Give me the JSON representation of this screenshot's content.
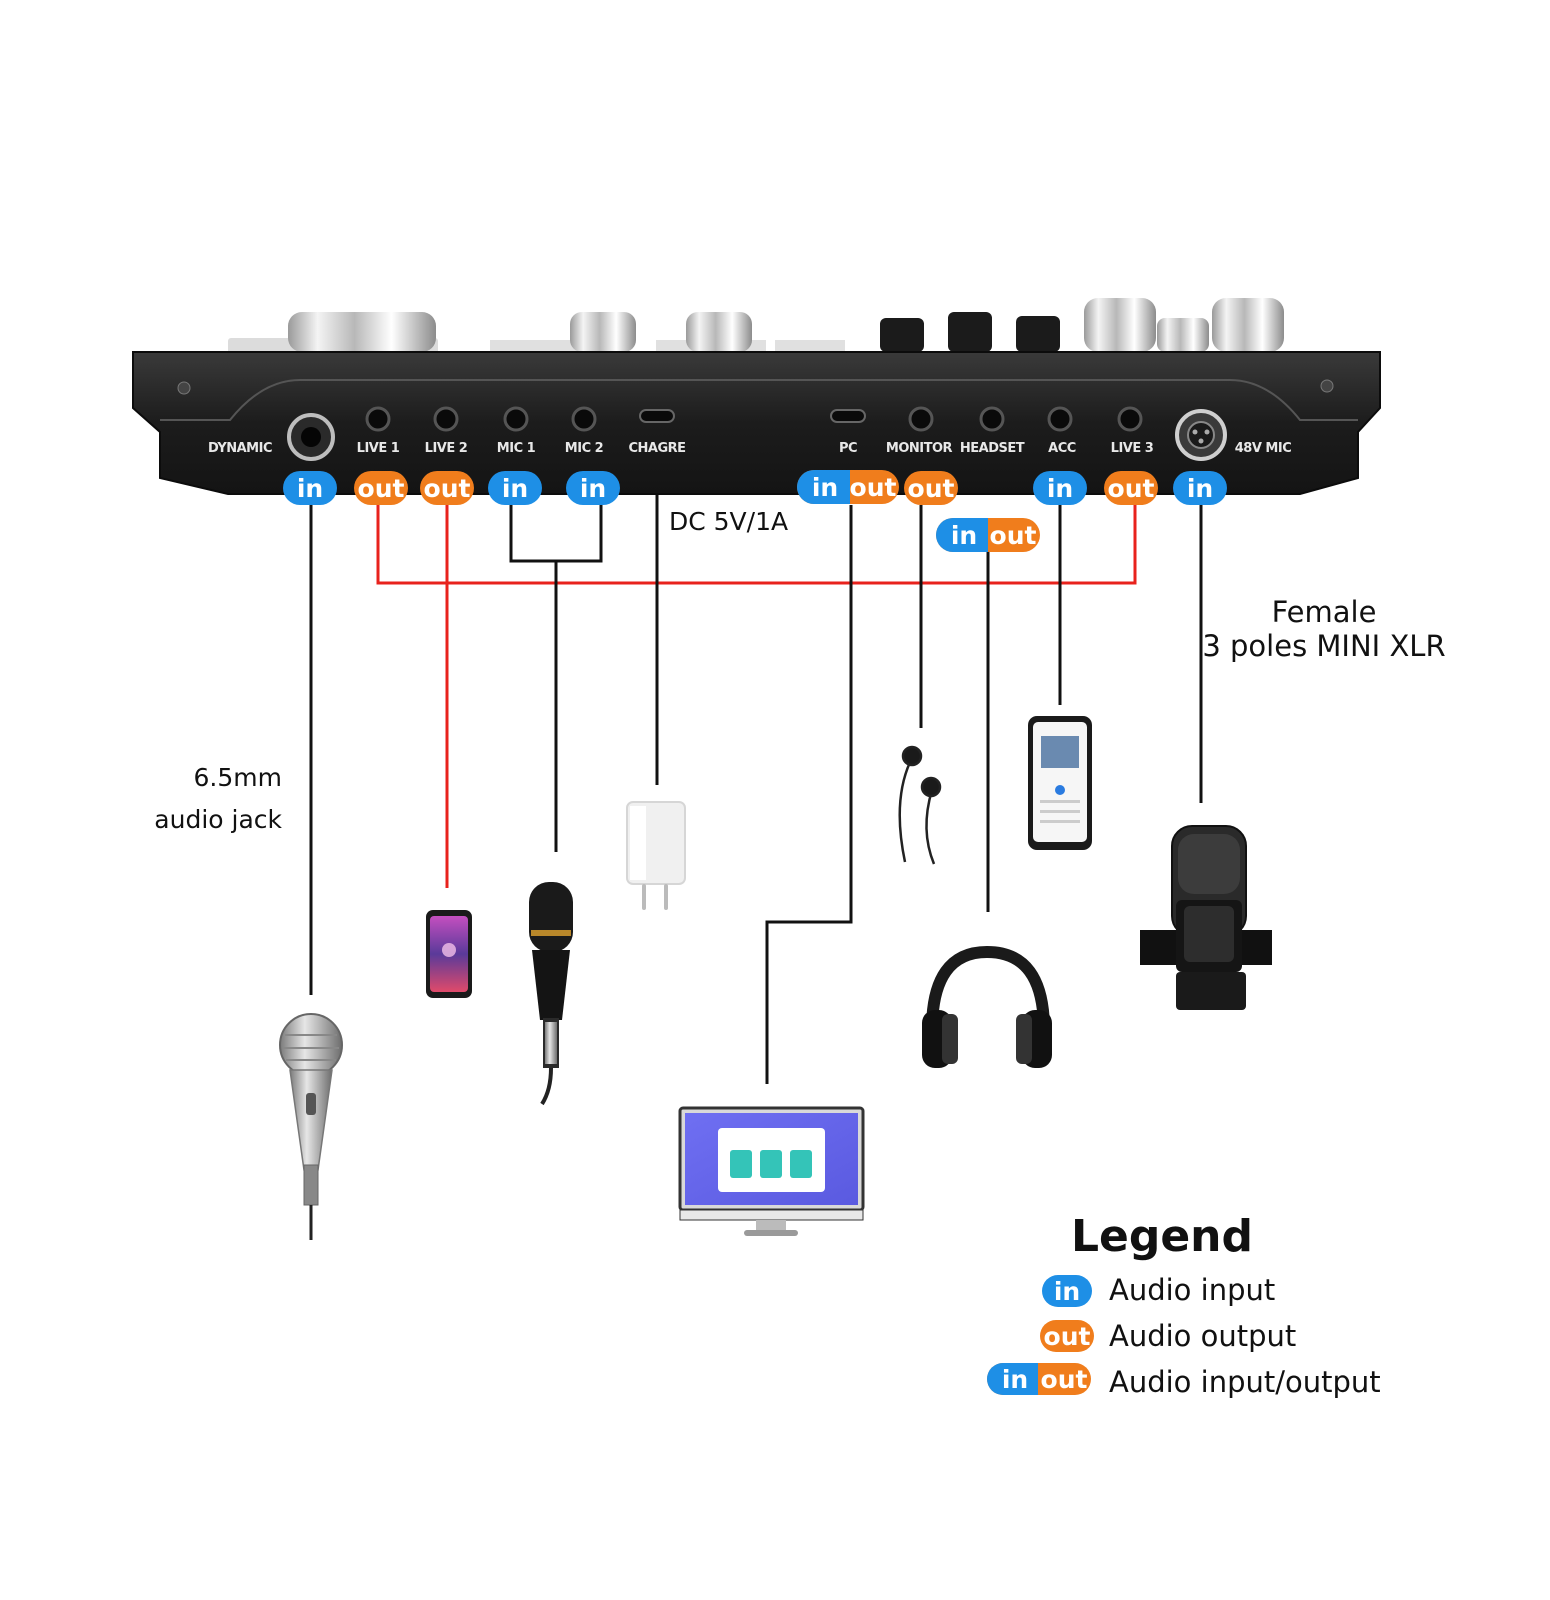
{
  "device": {
    "ports": [
      {
        "key": "dynamic",
        "label": "DYNAMIC",
        "io": "in"
      },
      {
        "key": "live1",
        "label": "LIVE 1",
        "io": "out"
      },
      {
        "key": "live2",
        "label": "LIVE 2",
        "io": "out"
      },
      {
        "key": "mic1",
        "label": "MIC 1",
        "io": "in"
      },
      {
        "key": "mic2",
        "label": "MIC 2",
        "io": "in"
      },
      {
        "key": "chagre",
        "label": "CHAGRE",
        "io": ""
      },
      {
        "key": "pc",
        "label": "PC",
        "io": "in/out"
      },
      {
        "key": "monitor",
        "label": "MONITOR",
        "io": "out"
      },
      {
        "key": "headset",
        "label": "HEADSET",
        "io": "in/out"
      },
      {
        "key": "acc",
        "label": "ACC",
        "io": "in"
      },
      {
        "key": "live3",
        "label": "LIVE 3",
        "io": "out"
      },
      {
        "key": "mic48v",
        "label": "48V MIC",
        "io": "in"
      }
    ]
  },
  "badges": {
    "in": "in",
    "out": "out"
  },
  "notes": {
    "charge": "DC 5V/1A",
    "xlr_line1": "Female",
    "xlr_line2": "3 poles MINI XLR",
    "jack_line1": "6.5mm",
    "jack_line2": "audio jack"
  },
  "devices_connected": [
    {
      "key": "handheld-mic",
      "icon": "handheld-microphone-icon"
    },
    {
      "key": "phone-live",
      "icon": "smartphone-icon"
    },
    {
      "key": "condenser-mic",
      "icon": "condenser-microphone-icon"
    },
    {
      "key": "charger",
      "icon": "usb-charger-icon"
    },
    {
      "key": "computer",
      "icon": "computer-monitor-icon"
    },
    {
      "key": "earphones",
      "icon": "earphones-icon"
    },
    {
      "key": "headphones",
      "icon": "headphones-icon"
    },
    {
      "key": "phone-acc",
      "icon": "smartphone-icon"
    },
    {
      "key": "studio-mic",
      "icon": "studio-microphone-icon"
    }
  ],
  "legend": {
    "title": "Legend",
    "items": [
      {
        "badge": "in",
        "text": "Audio input"
      },
      {
        "badge": "out",
        "text": "Audio output"
      },
      {
        "badge": "in/out",
        "text": "Audio input/output"
      }
    ]
  },
  "colors": {
    "in": "#1e8fe6",
    "out": "#f07d1c",
    "device": "#1e1e1e",
    "red_wire": "#e8221c",
    "wire": "#111111"
  }
}
